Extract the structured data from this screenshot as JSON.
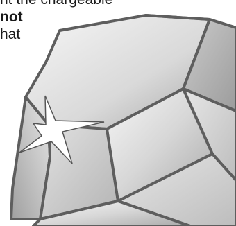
{
  "text_lines": [
    "not",
    "hat"
  ],
  "text_partial_top": "nt the chargeable",
  "illustration": {
    "subject": "faceted-gemstone-icon",
    "sparkle": "sparkle-star-icon",
    "colors": {
      "outline": "#5e5e5e",
      "facet_light": "#f4f4f4",
      "facet_mid": "#cfcfcf",
      "facet_dark": "#9a9a9a",
      "sparkle_fill": "#ffffff"
    }
  }
}
